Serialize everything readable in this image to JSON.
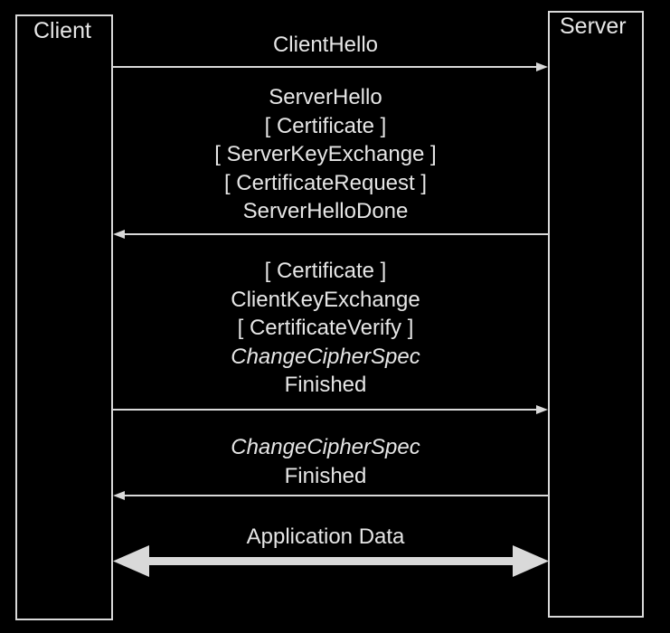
{
  "participants": {
    "client": "Client",
    "server": "Server"
  },
  "messages": [
    {
      "direction": "client-to-server",
      "lines": [
        {
          "text": "ClientHello",
          "italic": false
        }
      ]
    },
    {
      "direction": "server-to-client",
      "lines": [
        {
          "text": "ServerHello",
          "italic": false
        },
        {
          "text": "[ Certificate ]",
          "italic": false
        },
        {
          "text": "[ ServerKeyExchange ]",
          "italic": false
        },
        {
          "text": "[ CertificateRequest ]",
          "italic": false
        },
        {
          "text": "ServerHelloDone",
          "italic": false
        }
      ]
    },
    {
      "direction": "client-to-server",
      "lines": [
        {
          "text": "[ Certificate ]",
          "italic": false
        },
        {
          "text": "ClientKeyExchange",
          "italic": false
        },
        {
          "text": "[ CertificateVerify ]",
          "italic": false
        },
        {
          "text": "ChangeCipherSpec",
          "italic": true
        },
        {
          "text": "Finished",
          "italic": false
        }
      ]
    },
    {
      "direction": "server-to-client",
      "lines": [
        {
          "text": "ChangeCipherSpec",
          "italic": true
        },
        {
          "text": "Finished",
          "italic": false
        }
      ]
    },
    {
      "direction": "bidirectional",
      "lines": [
        {
          "text": "Application Data",
          "italic": false
        }
      ]
    }
  ],
  "colors": {
    "background": "#000000",
    "foreground": "#e6e6e6",
    "arrow": "#d9d9d9"
  }
}
